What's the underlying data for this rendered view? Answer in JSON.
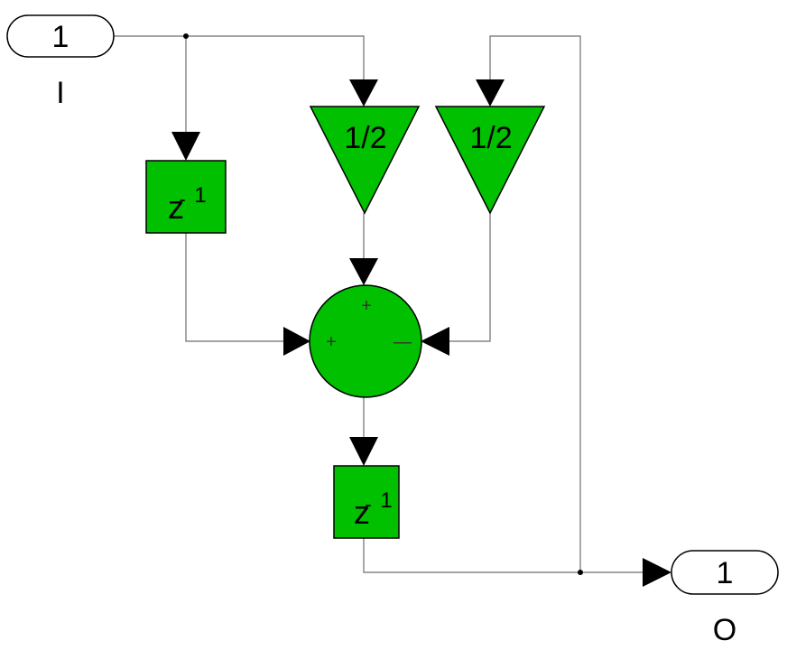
{
  "colors": {
    "block_fill": "#00c000",
    "wire": "#6e6e6e",
    "arrow": "#000000"
  },
  "inport": {
    "number": "1",
    "name": "I"
  },
  "outport": {
    "number": "1",
    "name": "O"
  },
  "gain_left": {
    "value": "1/2"
  },
  "gain_right": {
    "value": "1/2"
  },
  "delay_top": {
    "base": "z",
    "exponent": "1",
    "bar": "-"
  },
  "delay_bottom": {
    "base": "z",
    "exponent": "1",
    "bar": "-"
  },
  "sum": {
    "signs": {
      "top": "+",
      "left": "+",
      "right": "—"
    }
  }
}
